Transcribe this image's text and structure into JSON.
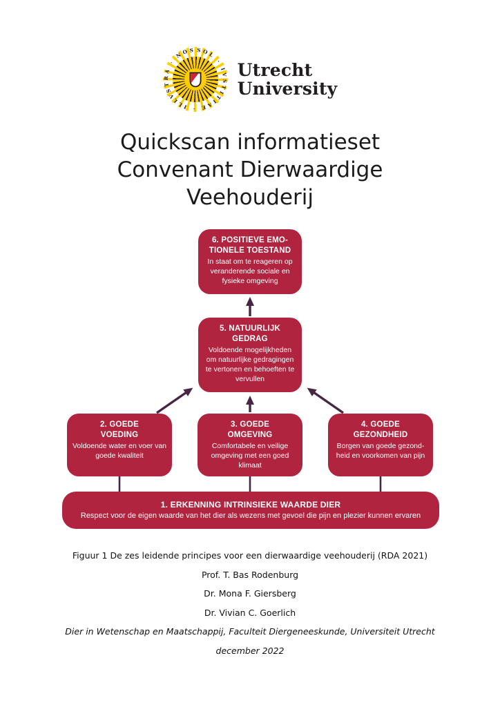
{
  "logo": {
    "ring_text": "SOL · IVSTITIAE · ILLVSTRA · NOS ·",
    "wordmark": [
      "Utrecht",
      "University"
    ]
  },
  "title": {
    "lines": [
      "Quickscan informatieset",
      "Convenant Dierwaardige",
      "Veehouderij"
    ]
  },
  "figure": {
    "boxes": {
      "b6": {
        "heading_lines": [
          "6. POSITIEVE EMO-",
          "TIONELE TOESTAND"
        ],
        "body": "In staat om te reageren op veranderende sociale en fysieke omgeving"
      },
      "b5": {
        "heading_lines": [
          "5. NATUURLIJK",
          "GEDRAG"
        ],
        "body": "Voldoende mogelijkheden om natuurlijke gedragingen te vertonen en behoeften te vervullen"
      },
      "b2": {
        "heading_lines": [
          "2. GOEDE",
          "VOEDING"
        ],
        "body": "Voldoende water en voer van goede kwaliteit"
      },
      "b3": {
        "heading_lines": [
          "3. GOEDE",
          "OMGEVING"
        ],
        "body": "Comfortabele en veilige omgeving met een goed klimaat"
      },
      "b4": {
        "heading_lines": [
          "4. GOEDE",
          "GEZONDHEID"
        ],
        "body": "Borgen van goede gezond-heid en voorkomen van pijn"
      },
      "b1": {
        "heading_lines": [
          "1. ERKENNING INTRINSIEKE WAARDE DIER"
        ],
        "body": "Respect voor de eigen waarde van het dier als wezens met gevoel die pijn en plezier kunnen ervaren"
      }
    },
    "caption": "Figuur 1 De zes leidende principes voor een dierwaardige veehouderij (RDA 2021)"
  },
  "authors": [
    "Prof. T. Bas Rodenburg",
    "Dr. Mona F. Giersberg",
    "Dr. Vivian C. Goerlich"
  ],
  "affiliation": "Dier in Wetenschap en Maatschappij, Faculteit Diergeneeskunde, Universiteit Utrecht",
  "date": "december 2022",
  "colors": {
    "box_red": "#b0243f",
    "arrow_plum": "#472544",
    "logo_yellow": "#ffcd00",
    "shield_red": "#d5203b"
  }
}
